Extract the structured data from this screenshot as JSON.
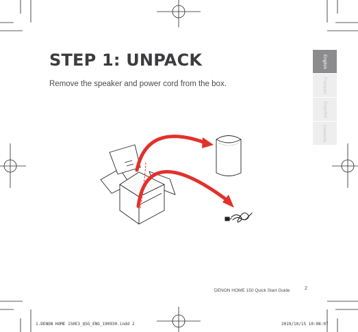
{
  "page": {
    "title": "STEP 1: UNPACK",
    "instruction": "Remove the speaker and power cord from the box."
  },
  "language_tabs": [
    {
      "label": "English",
      "active": true
    },
    {
      "label": "Français",
      "active": false
    },
    {
      "label": "Español",
      "active": false
    },
    {
      "label": "Contents",
      "active": false
    }
  ],
  "footer": {
    "guide_name": "DENON HOME 150 Quick Start Guide",
    "page_number": "2"
  },
  "print_slug": {
    "filename": "1.DENON HOME 150E3_QSG_ENG_190930.indd   2",
    "datetime": "2019/10/15   10:08:07"
  },
  "colors": {
    "arrow_red": "#e2312b",
    "title_gray": "#3c3c3e",
    "tab_active": "#8c8c8e",
    "tab_inactive": "#eeeeee"
  },
  "icons": [
    "crop-marks",
    "registration-target-icon",
    "open-box-icon",
    "speaker-icon",
    "power-cord-icon",
    "red-arrow-icon"
  ]
}
